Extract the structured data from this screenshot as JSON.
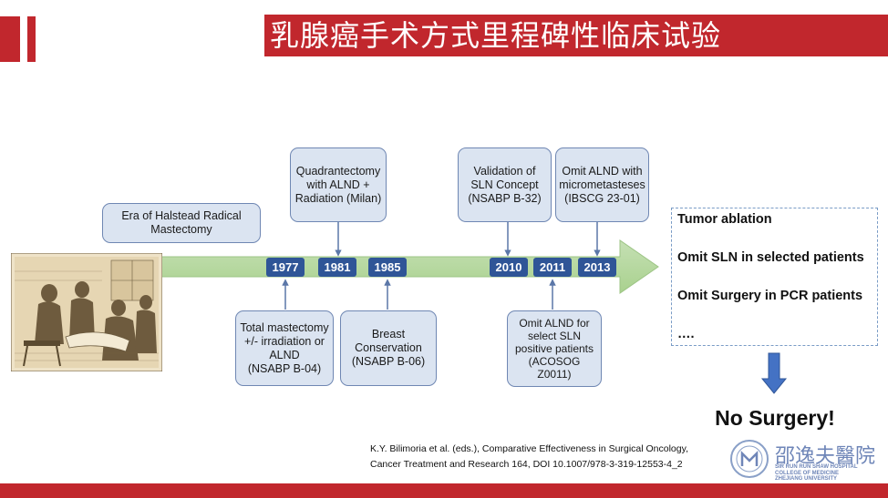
{
  "header": {
    "title": "乳腺癌手术方式里程碑性临床试验",
    "accent_color": "#c1272d"
  },
  "timeline": {
    "years": [
      "1977",
      "1981",
      "1985",
      "2010",
      "2011",
      "2013"
    ],
    "top_boxes": [
      "Era of Halstead Radical Mastectomy",
      "Quadrantectomy\nwith ALND +\nRadiation (Milan)",
      "Validation of\nSLN Concept\n(NSABP B-32)",
      "Omit ALND with\nmicrometasteses\n(IBSCG 23-01)"
    ],
    "bottom_boxes": [
      "Total mastectomy\n+/- irradiation or\nALND\n(NSABP B-04)",
      "Breast\nConservation\n(NSABP B-06)",
      "Omit ALND for\nselect SLN\npositive patients\n(ACOSOG\nZ0011)"
    ],
    "arrow_color": "#a9d18e",
    "year_color": "#2f5597"
  },
  "outcomes": {
    "items": [
      "Tumor ablation",
      "Omit SLN in selected patients",
      "Omit Surgery in PCR patients",
      "…."
    ],
    "conclusion": "No Surgery!"
  },
  "citation": "K.Y. Bilimoria et al. (eds.), Comparative Effectiveness in Surgical Oncology,\nCancer Treatment and Research 164, DOI 10.1007/978-3-319-12553-4_2",
  "logo": {
    "name": "邵逸夫醫院",
    "subtitle": "SIR RUN RUN SHAW HOSPITAL\nCOLLEGE OF MEDICINE\nZHEJIANG UNIVERSITY",
    "icon": "hospital-emblem-icon"
  }
}
